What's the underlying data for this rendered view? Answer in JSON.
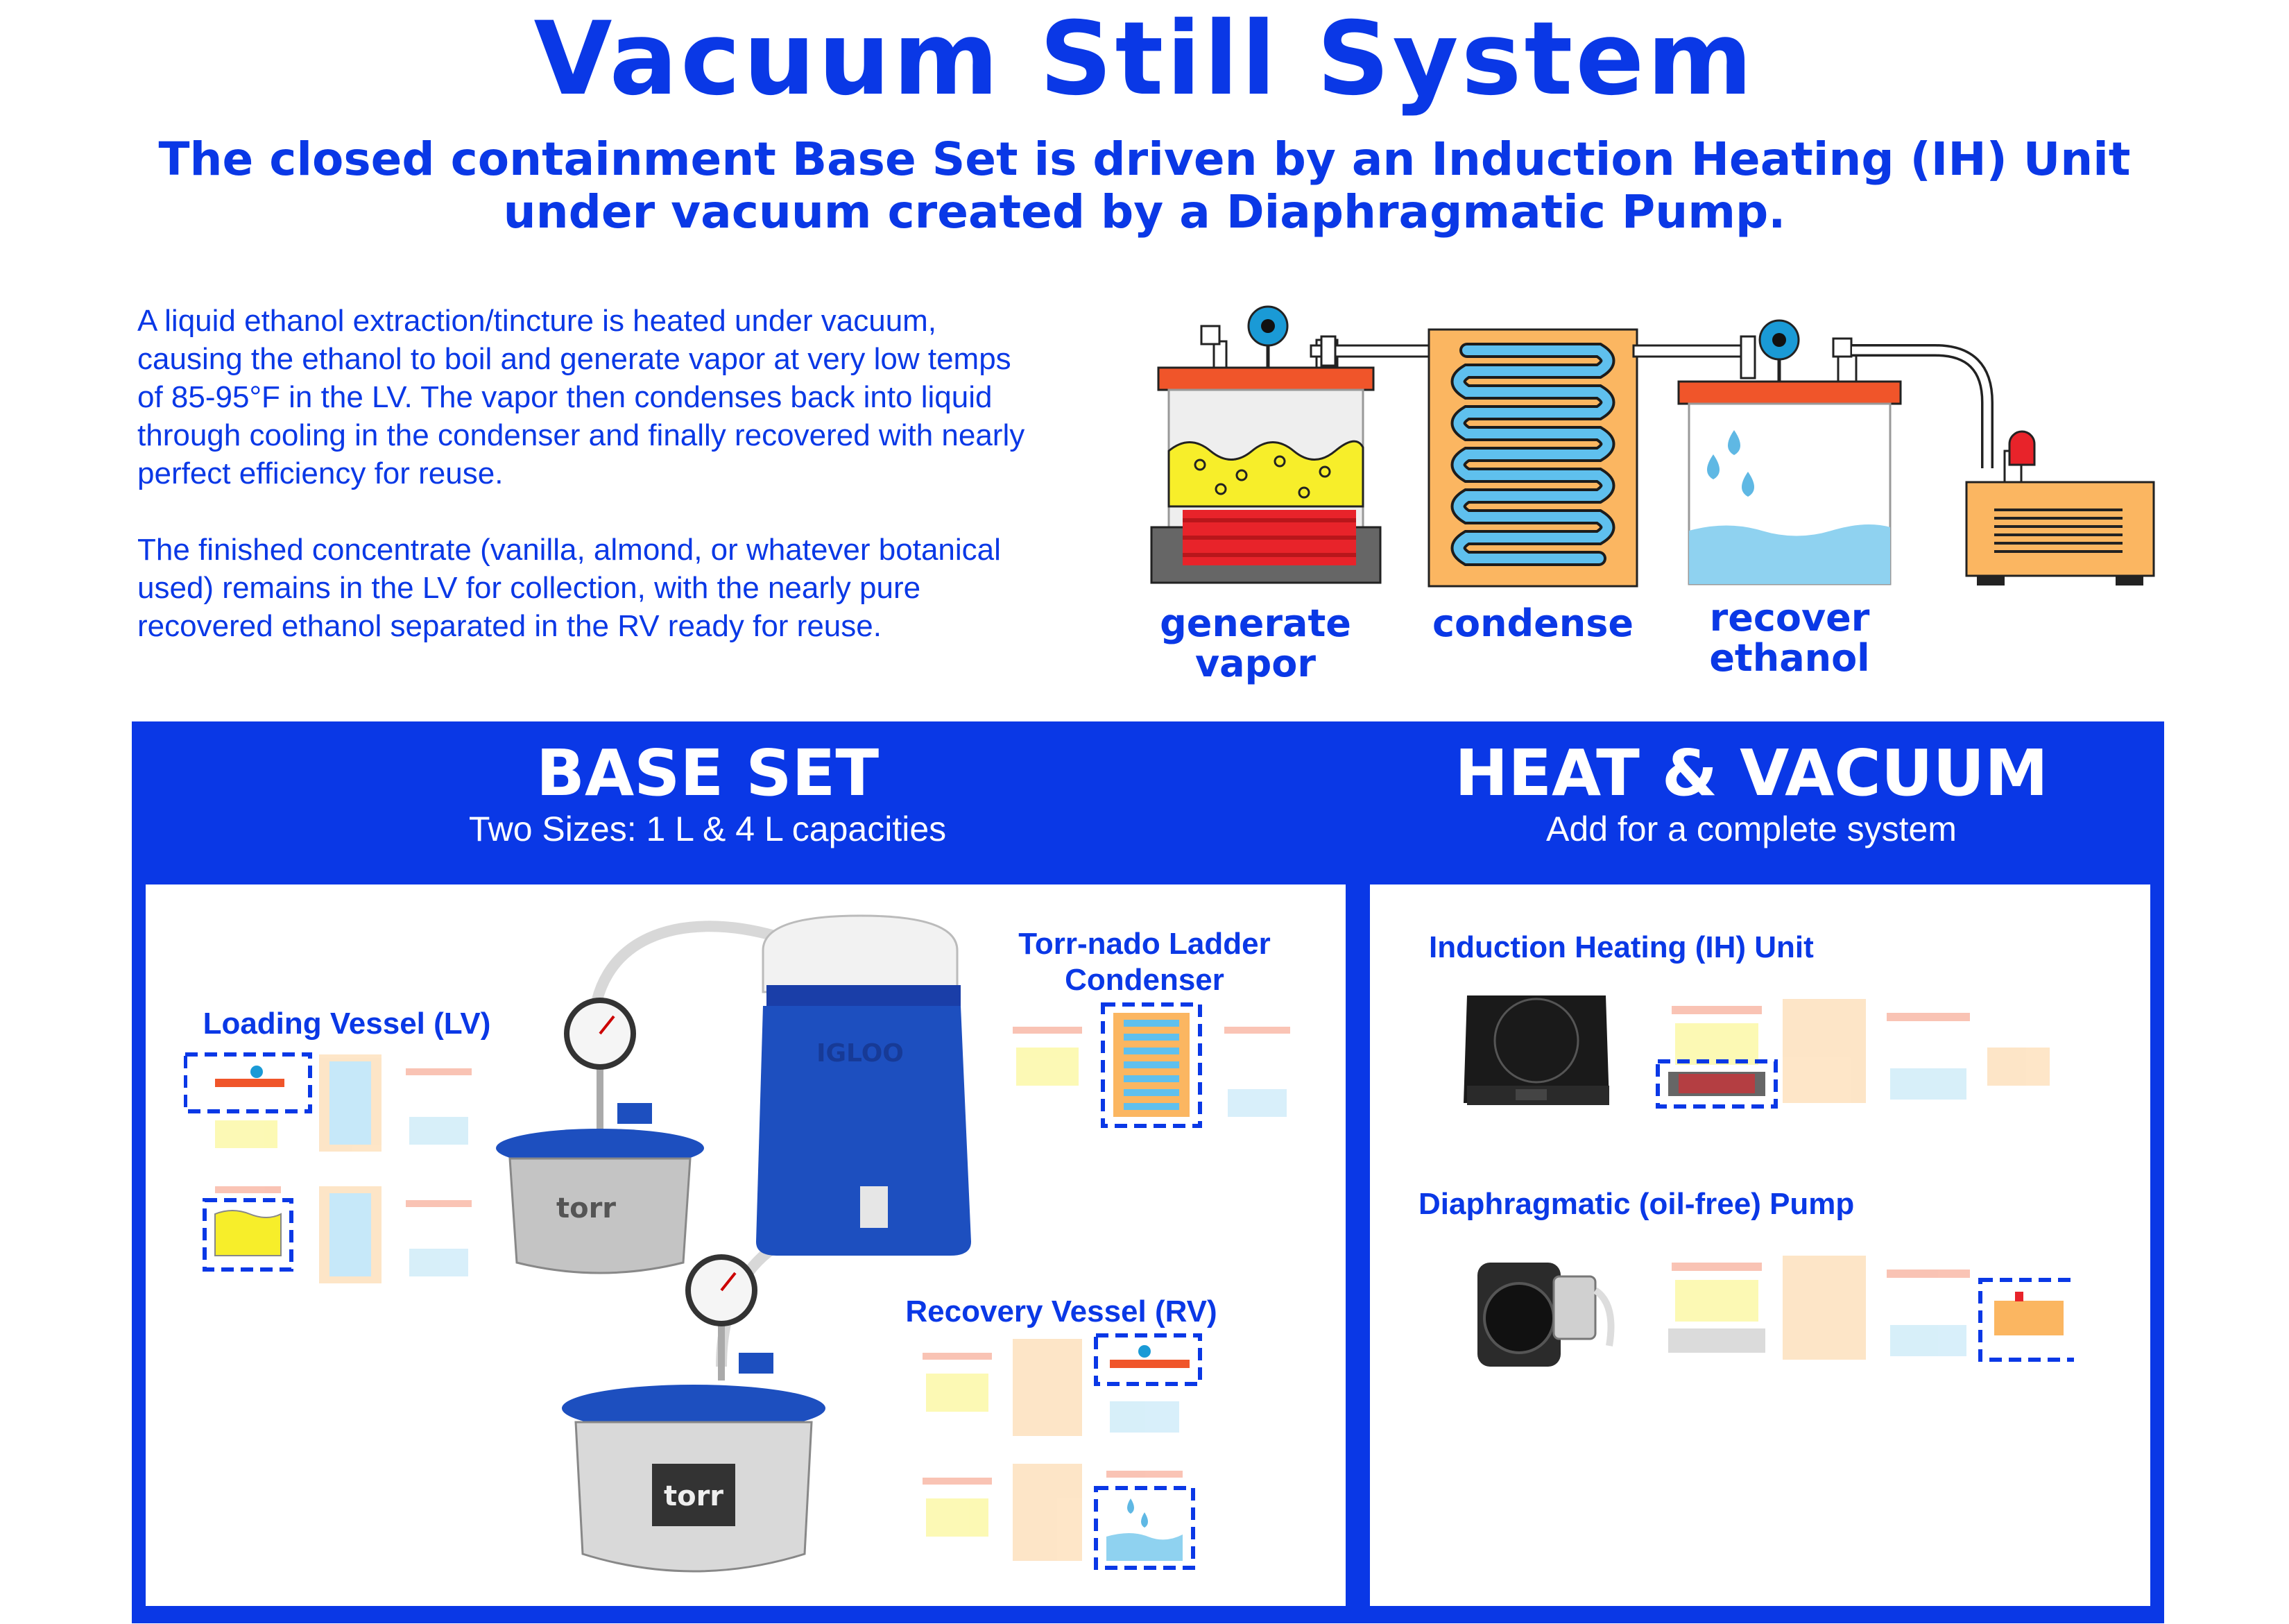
{
  "title": "Vacuum Still System",
  "subtitle": {
    "line1": "The closed containment Base Set is driven by an Induction Heating (IH) Unit",
    "line2": "under vacuum created by a Diaphragmatic Pump."
  },
  "intro": {
    "paragraph1": "A liquid ethanol extraction/tincture is heated under vacuum, causing the ethanol to boil and generate vapor at very low temps of 85-95°F in the LV. The vapor then condenses back into liquid through cooling in the condenser and finally recovered with nearly perfect efficiency for reuse.",
    "paragraph2": "The finished concentrate (vanilla, almond, or whatever botanical used) remains in the LV for collection, with the nearly pure recovered ethanol separated in the RV ready for reuse."
  },
  "process_steps": [
    {
      "line1": "generate",
      "line2": "vapor"
    },
    {
      "line1": "condense",
      "line2": ""
    },
    {
      "line1": "recover",
      "line2": "ethanol"
    }
  ],
  "base_set": {
    "heading": "BASE SET",
    "subheading": "Two Sizes: 1 L & 4 L capacities",
    "components": {
      "loading_vessel": "Loading Vessel (LV)",
      "condenser_line1": "Torr-nado Ladder",
      "condenser_line2": "Condenser",
      "recovery_vessel": "Recovery Vessel (RV)"
    },
    "product_text": {
      "cooler_brand": "IGLOO",
      "vessel_brand": "torr"
    }
  },
  "heat_vacuum": {
    "heading": "HEAT & VACUUM",
    "subheading": "Add for a complete system",
    "components": {
      "ih_unit": "Induction Heating (IH) Unit",
      "pump": "Diaphragmatic (oil-free) Pump"
    }
  },
  "colors": {
    "brand_blue": "#0a38e6",
    "lid_orange": "#f0552a",
    "condenser_orange": "#fbb661",
    "coil_blue": "#5fc0ee",
    "liquid_yellow": "#f7ee2a",
    "water_blue": "#8fd2f0",
    "heater_red": "#e8232a",
    "pump_orange": "#fbb661"
  }
}
